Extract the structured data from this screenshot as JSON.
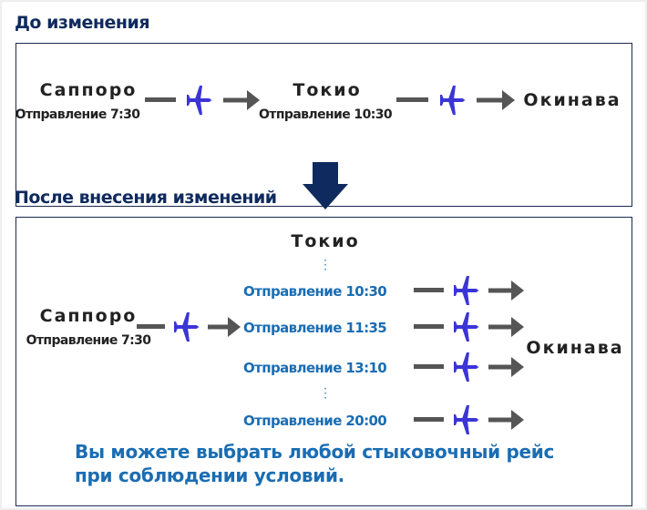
{
  "before": {
    "heading": "До изменения",
    "origin": {
      "city": "Саппоро",
      "time": "Отправление 7:30"
    },
    "transfer": {
      "city": "Токио",
      "time": "Отправление 10:30"
    },
    "destination": {
      "city": "Окинава"
    }
  },
  "after": {
    "heading": "После внесения изменений",
    "origin": {
      "city": "Саппоро",
      "time": "Отправление 7:30"
    },
    "transfer_city": "Токио",
    "departures": [
      "Отправление 10:30",
      "Отправление 11:35",
      "Отправление 13:10",
      "Отправление 20:00"
    ],
    "destination": {
      "city": "Окинава"
    },
    "note_line1": "Вы можете выбрать любой стыковочный рейс",
    "note_line2": "при соблюдении условий."
  },
  "colors": {
    "heading": "#0f2a5e",
    "accent_text": "#1a6db3",
    "plane": "#3b35d6",
    "arrow": "#555555"
  }
}
